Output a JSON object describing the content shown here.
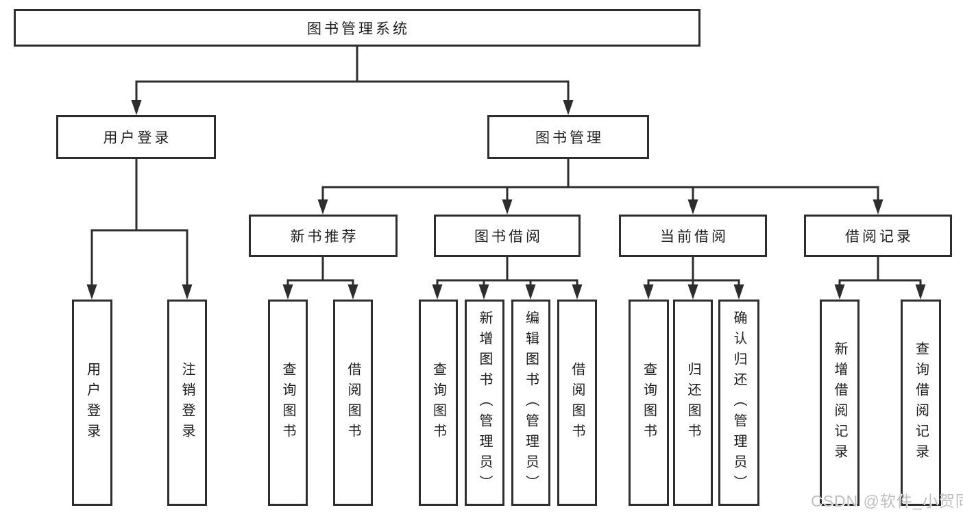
{
  "tree": {
    "root": {
      "label": "图书管理系统"
    },
    "level2": [
      {
        "label": "用户登录"
      },
      {
        "label": "图书管理"
      }
    ],
    "level3": [
      {
        "label": "新书推荐",
        "parent": "图书管理"
      },
      {
        "label": "图书借阅",
        "parent": "图书管理"
      },
      {
        "label": "当前借阅",
        "parent": "图书管理"
      },
      {
        "label": "借阅记录",
        "parent": "图书管理"
      }
    ],
    "leaves": [
      {
        "label": "用户登录",
        "parent": "用户登录"
      },
      {
        "label": "注销登录",
        "parent": "用户登录"
      },
      {
        "label": "查询图书",
        "parent": "新书推荐"
      },
      {
        "label": "借阅图书",
        "parent": "新书推荐"
      },
      {
        "label": "查询图书",
        "parent": "图书借阅"
      },
      {
        "label": "新增图书（管理员）",
        "parent": "图书借阅"
      },
      {
        "label": "编辑图书（管理员）",
        "parent": "图书借阅"
      },
      {
        "label": "借阅图书",
        "parent": "图书借阅"
      },
      {
        "label": "查询图书",
        "parent": "当前借阅"
      },
      {
        "label": "归还图书",
        "parent": "当前借阅"
      },
      {
        "label": "确认归还（管理员）",
        "parent": "当前借阅"
      },
      {
        "label": "新增借阅记录",
        "parent": "借阅记录"
      },
      {
        "label": "查询借阅记录",
        "parent": "借阅记录"
      }
    ]
  },
  "watermark": "CSDN @软件_小贺同学",
  "colors": {
    "line": "#2d2d2d",
    "box_border": "#2d2d2d",
    "box_background": "#ffffff",
    "text": "#1c1c1c",
    "watermark": "#bfbfbf",
    "page_background": "#ffffff"
  }
}
